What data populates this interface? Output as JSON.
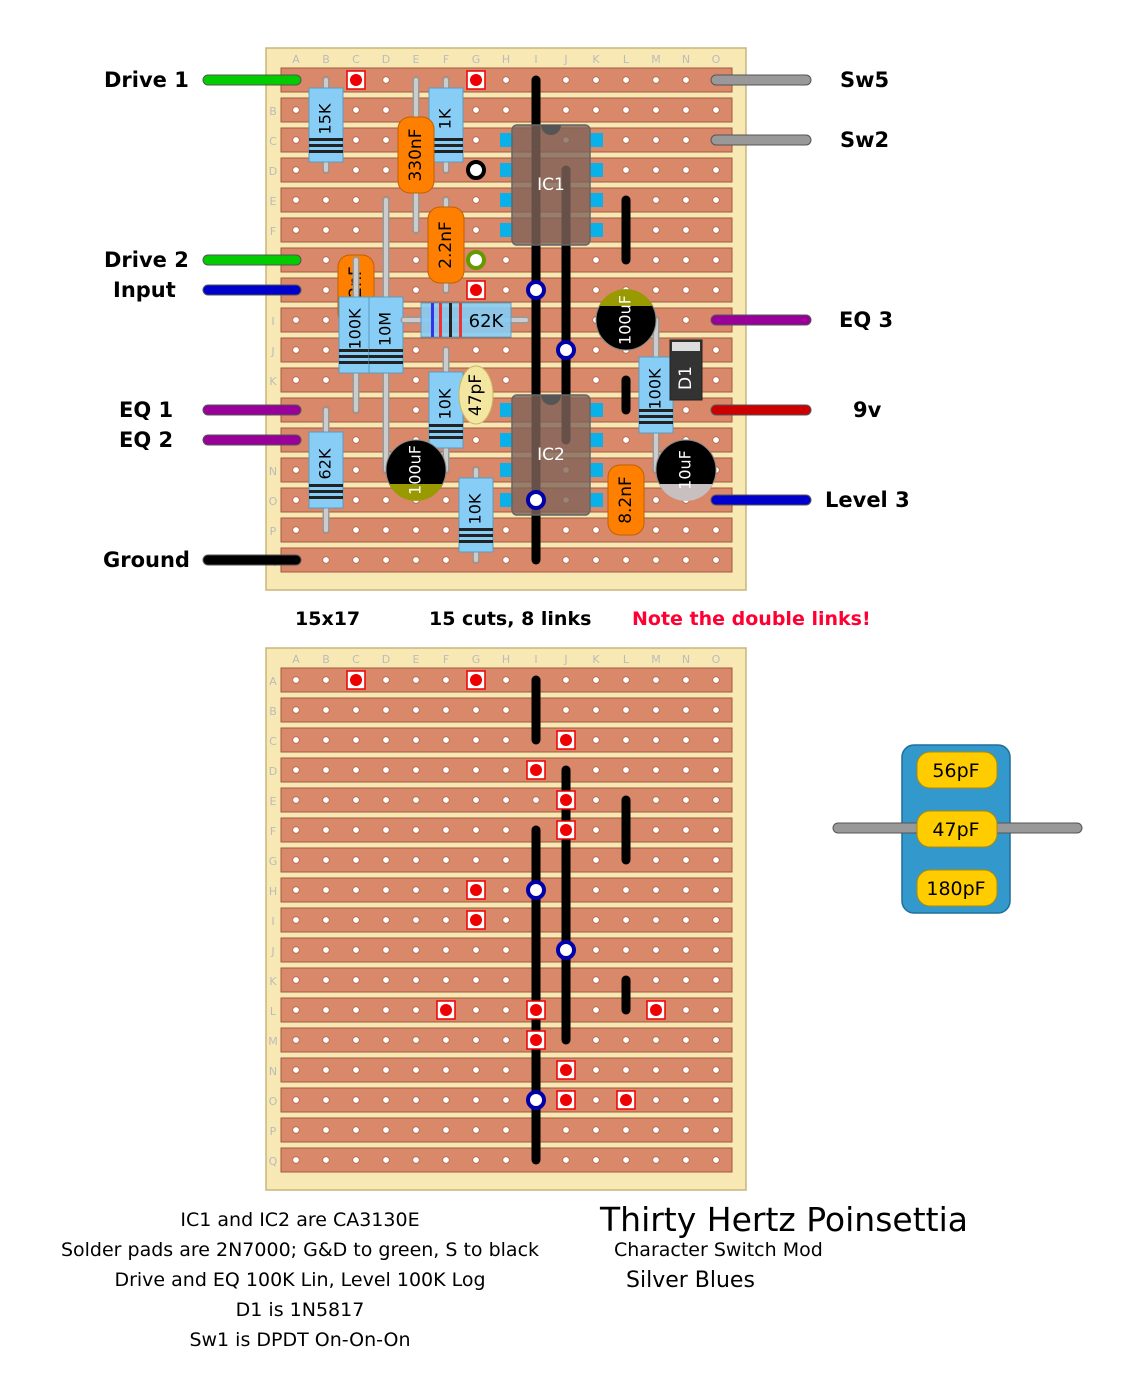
{
  "columns": [
    "A",
    "B",
    "C",
    "D",
    "E",
    "F",
    "G",
    "H",
    "I",
    "J",
    "K",
    "L",
    "M",
    "N",
    "O"
  ],
  "rows": [
    "A",
    "B",
    "C",
    "D",
    "E",
    "F",
    "G",
    "H",
    "I",
    "J",
    "K",
    "L",
    "M",
    "N",
    "O",
    "P",
    "Q"
  ],
  "colors": {
    "board": "#f7e8b4",
    "strip": "#d9896a",
    "strip_border": "#a05a40",
    "hole": "#ffffff",
    "link": "#000000",
    "green_wire": "#00cc00",
    "blue_wire": "#0000cc",
    "purple_wire": "#990099",
    "red_wire": "#cc0000",
    "grey_wire": "#999999",
    "black_wire": "#000000",
    "warning": "#ff0033"
  },
  "wires_left": [
    {
      "label": "Drive 1",
      "row": "A",
      "color": "#00cc00"
    },
    {
      "label": "Drive 2",
      "row": "G",
      "color": "#00cc00"
    },
    {
      "label": "Input",
      "row": "H",
      "color": "#0000cc"
    },
    {
      "label": "EQ 1",
      "row": "L",
      "color": "#990099"
    },
    {
      "label": "EQ 2",
      "row": "M",
      "color": "#990099"
    },
    {
      "label": "Ground",
      "row": "Q",
      "color": "#000000"
    }
  ],
  "wires_right": [
    {
      "label": "Sw5",
      "row": "A",
      "color": "#999999"
    },
    {
      "label": "Sw2",
      "row": "C",
      "color": "#999999"
    },
    {
      "label": "EQ 3",
      "row": "I",
      "color": "#990099"
    },
    {
      "label": "9v",
      "row": "L",
      "color": "#cc0000"
    },
    {
      "label": "Level 3",
      "row": "O",
      "color": "#0000cc"
    }
  ],
  "components": {
    "resistors": [
      {
        "value": "15K",
        "col": "B",
        "from": "A",
        "to": "D"
      },
      {
        "value": "1K",
        "col": "F",
        "from": "A",
        "to": "D"
      },
      {
        "value": "100K",
        "col": "C",
        "from": "G",
        "to": "L"
      },
      {
        "value": "10M",
        "col": "D",
        "from": "E",
        "to": "N"
      },
      {
        "value": "62K",
        "row": "I",
        "from": "E",
        "to": "H"
      },
      {
        "value": "10K",
        "col": "F",
        "from": "J",
        "to": "N"
      },
      {
        "value": "62K",
        "col": "B",
        "from": "L",
        "to": "P"
      },
      {
        "value": "10K",
        "col": "G",
        "from": "N",
        "to": "Q"
      },
      {
        "value": "100K",
        "col": "M",
        "from": "I",
        "to": "N"
      }
    ],
    "capacitors": [
      {
        "value": "330nF",
        "col": "E",
        "from": "A",
        "to": "F"
      },
      {
        "value": "2.2nF",
        "col": "F",
        "from": "E",
        "to": "H"
      },
      {
        "value": "8.2nF",
        "col": "C",
        "from": "G",
        "to": "I"
      },
      {
        "value": "47pF",
        "col": "G",
        "from": "K",
        "to": "L"
      },
      {
        "value": "8.2nF",
        "col": "L",
        "from": "N",
        "to": "P"
      }
    ],
    "electrolytics": [
      {
        "value": "100uF",
        "col": "L",
        "row": "I"
      },
      {
        "value": "100uF",
        "col": "E",
        "row": "N"
      },
      {
        "value": "10uF",
        "col": "N",
        "row": "N"
      }
    ],
    "diode": {
      "value": "D1",
      "col": "N",
      "from": "J",
      "to": "L"
    },
    "ics": [
      {
        "label": "IC1",
        "top_row": "C"
      },
      {
        "label": "IC2",
        "top_row": "L"
      }
    ]
  },
  "info": {
    "size": "15x17",
    "cuts_links": "15 cuts, 8 links",
    "warning": "Note the double links!"
  },
  "cap_switch": {
    "values": [
      "56pF",
      "47pF",
      "180pF"
    ]
  },
  "notes": [
    "IC1 and IC2 are CA3130E",
    "Solder pads are 2N7000; G&D to green, S to black",
    "Drive and EQ 100K Lin, Level 100K Log",
    "D1 is 1N5817",
    "Sw1 is DPDT On-On-On"
  ],
  "title": {
    "main": "Thirty Hertz Poinsettia",
    "sub1": "Character Switch Mod",
    "sub2": "Silver Blues"
  }
}
